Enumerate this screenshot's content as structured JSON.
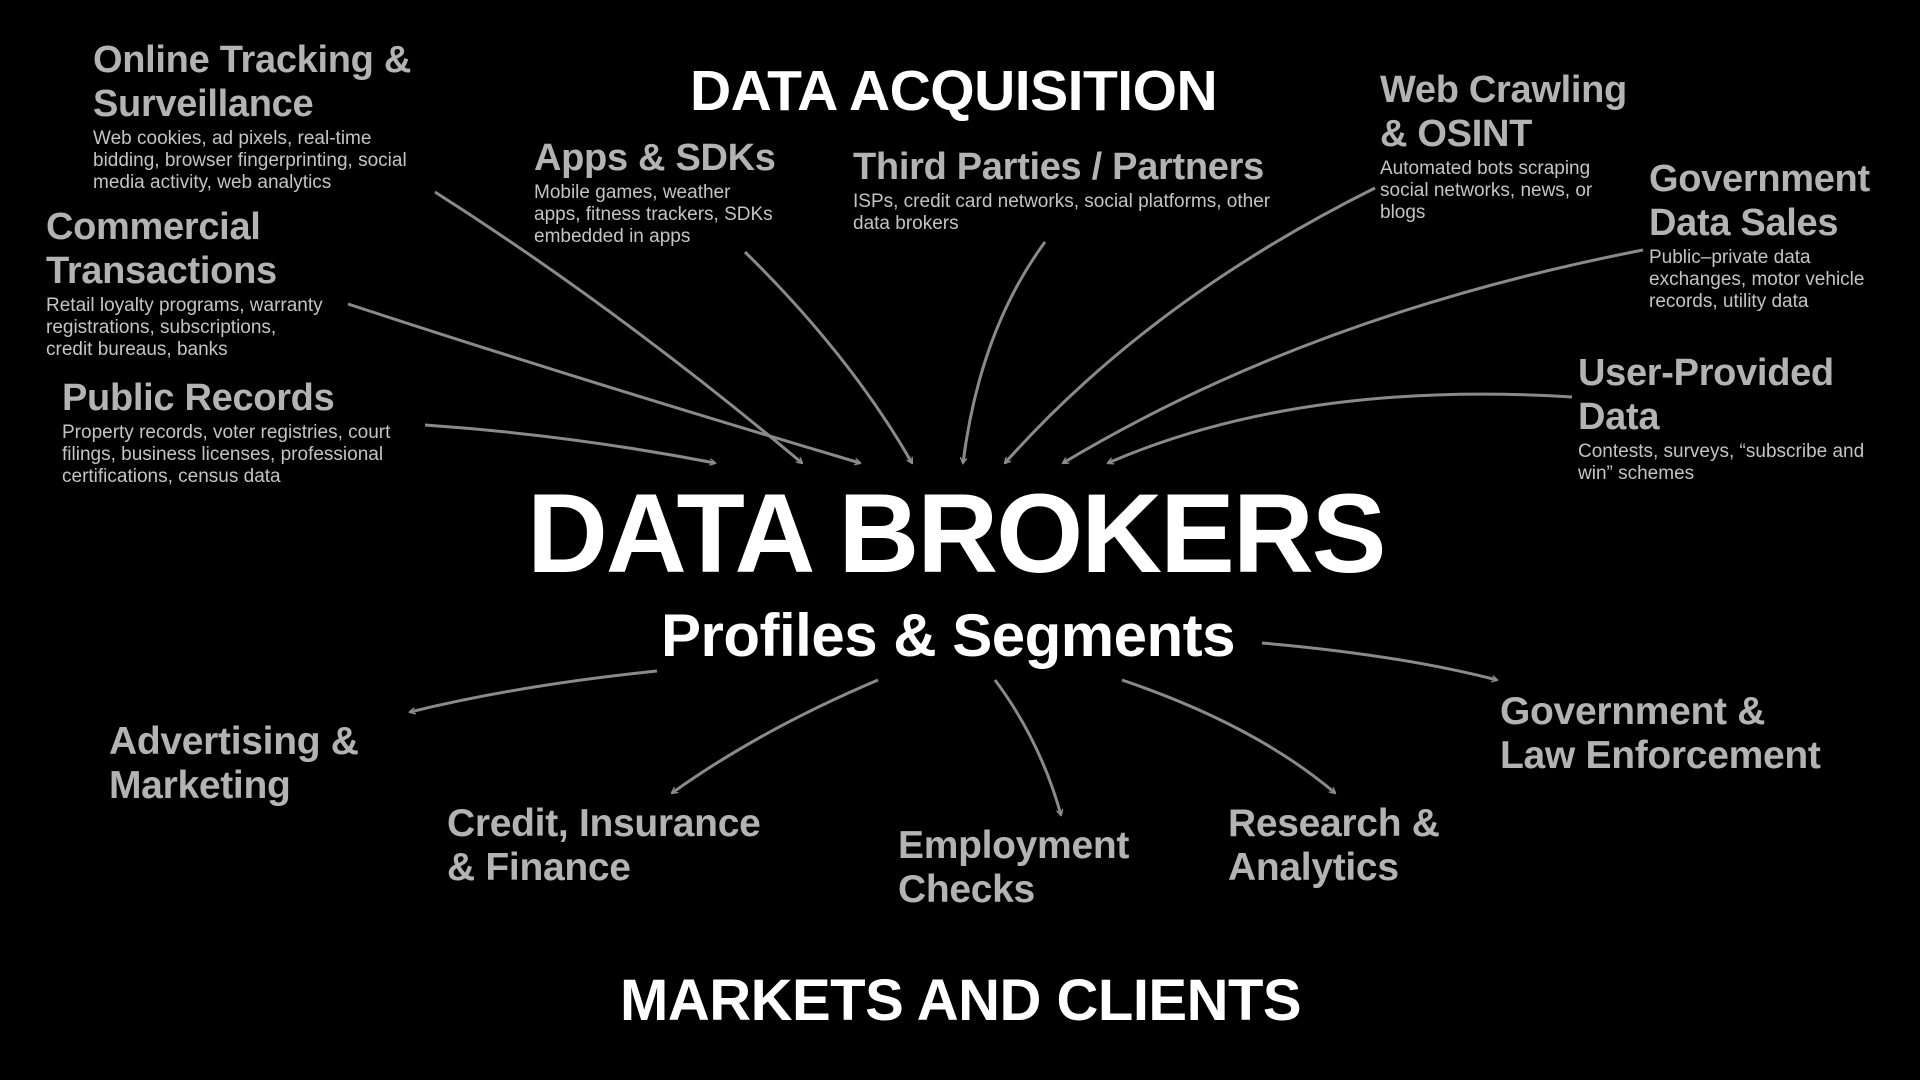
{
  "headings": {
    "top": "DATA ACQUISITION",
    "center": "DATA BROKERS",
    "center_sub": "Profiles & Segments",
    "bottom": "MARKETS AND CLIENTS"
  },
  "sources": [
    {
      "id": "online-tracking",
      "title": [
        "Online Tracking &",
        "Surveillance"
      ],
      "desc": [
        "Web cookies, ad pixels, real-time",
        "bidding, browser fingerprinting, social",
        "media activity, web analytics"
      ]
    },
    {
      "id": "commercial-transactions",
      "title": [
        "Commercial",
        "Transactions"
      ],
      "desc": [
        "Retail loyalty programs, warranty",
        "registrations, subscriptions,",
        "credit bureaus, banks"
      ]
    },
    {
      "id": "public-records",
      "title": [
        "Public Records"
      ],
      "desc": [
        "Property records, voter registries, court",
        "filings, business licenses, professional",
        "certifications, census data"
      ]
    },
    {
      "id": "apps-sdks",
      "title": [
        "Apps & SDKs"
      ],
      "desc": [
        "Mobile games, weather",
        "apps, fitness trackers, SDKs",
        "embedded in apps"
      ]
    },
    {
      "id": "third-parties",
      "title": [
        "Third Parties / Partners"
      ],
      "desc": [
        "ISPs, credit card networks, social platforms, other",
        "data brokers"
      ]
    },
    {
      "id": "web-crawling",
      "title": [
        "Web Crawling",
        "& OSINT"
      ],
      "desc": [
        "Automated bots scraping",
        "social networks, news, or",
        "blogs"
      ]
    },
    {
      "id": "government-data-sales",
      "title": [
        "Government",
        "Data Sales"
      ],
      "desc": [
        "Public–private data",
        "exchanges, motor vehicle",
        "records, utility data"
      ]
    },
    {
      "id": "user-provided",
      "title": [
        "User-Provided",
        "Data"
      ],
      "desc": [
        "Contests, surveys, “subscribe and",
        "win” schemes"
      ]
    }
  ],
  "markets": [
    {
      "id": "advertising",
      "title": [
        "Advertising &",
        "Marketing"
      ]
    },
    {
      "id": "credit-insurance",
      "title": [
        "Credit, Insurance",
        "& Finance"
      ]
    },
    {
      "id": "employment",
      "title": [
        "Employment",
        "Checks"
      ]
    },
    {
      "id": "research",
      "title": [
        "Research &",
        "Analytics"
      ]
    },
    {
      "id": "government-law",
      "title": [
        "Government &",
        "Law Enforcement"
      ]
    }
  ],
  "colors": {
    "background": "#000000",
    "heading": "#ffffff",
    "node_text": "#b3b3b3",
    "arrow": "#8a8a8a"
  }
}
